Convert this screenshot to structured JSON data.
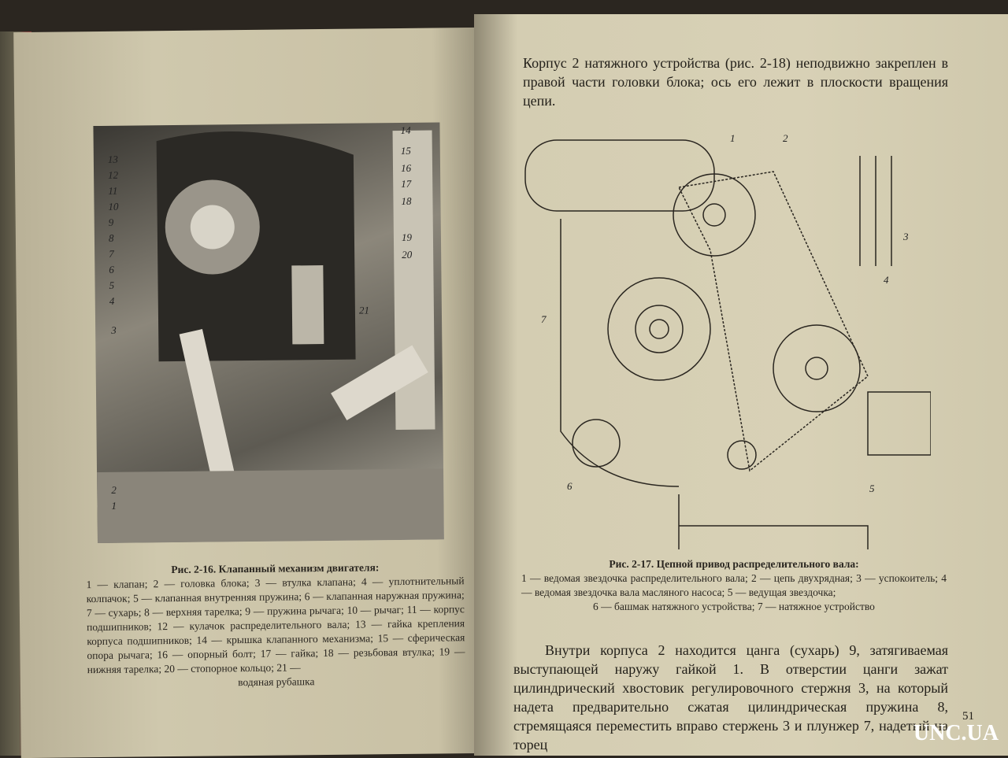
{
  "left_page": {
    "figure_labels": [
      "14",
      "15",
      "16",
      "17",
      "18",
      "19",
      "20",
      "21",
      "13",
      "12",
      "11",
      "10",
      "9",
      "8",
      "7",
      "6",
      "5",
      "4",
      "3",
      "2",
      "1"
    ],
    "caption_title": "Рис. 2-16. Клапанный механизм двигателя:",
    "caption_text": "1 — клапан; 2 — головка блока; 3 — втулка клапана; 4 — уплотнительный колпачок; 5 — клапанная внутренняя пружина; 6 — клапанная наружная пружина; 7 — сухарь; 8 — верхняя тарелка; 9 — пружина рычага; 10 — рычаг; 11 — корпус подшипников; 12 — кулачок распределительного вала; 13 — гайка крепления корпуса подшипников; 14 — крышка клапанного механизма; 15 — сферическая опора рычага; 16 — опорный болт; 17 — гайка; 18 — резьбовая втулка; 19 — нижняя тарелка; 20 — стопорное кольцо; 21 —",
    "caption_last": "водяная рубашка"
  },
  "right_page": {
    "intro": "Корпус 2 натяжного устройства (рис. 2-18) неподвижно закреплен в правой части головки блока; ось его лежит в плоскости вращения цепи.",
    "figure_labels": [
      "1",
      "2",
      "3",
      "4",
      "7",
      "6",
      "5"
    ],
    "caption_title": "Рис. 2-17. Цепной привод распределительного вала:",
    "caption_text": "1 — ведомая звездочка распределительного вала; 2 — цепь двухрядная; 3 — успокоитель; 4 — ведомая звездочка вала масляного насоса; 5 — ведущая звездочка;",
    "caption_last": "6 — башмак натяжного устройства; 7 — натяжное устройство",
    "body": "Внутри корпуса 2 находится цанга (сухарь) 9, затягиваемая выступающей наружу гайкой 1. В отверстии цанги зажат цилиндрический хвостовик регулировочного стержня 3, на который надета предварительно сжатая цилиндрическая пружина 8, стремящаяся переместить вправо стержень 3 и плунжер 7, надетый на торец",
    "page_number": "51"
  },
  "watermark": "UNC.UA"
}
